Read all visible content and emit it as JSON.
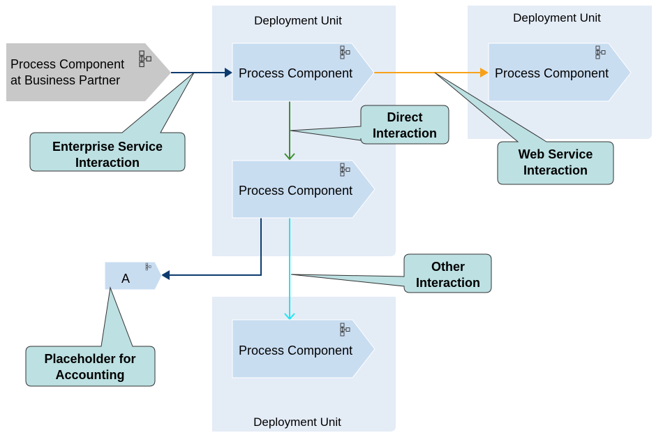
{
  "diagram": {
    "deployment_units": [
      {
        "label": "Deployment Unit"
      },
      {
        "label": "Deployment Unit"
      },
      {
        "label": "Deployment Unit"
      }
    ],
    "components": {
      "business_partner": {
        "line1": "Process Component",
        "line2": "at Business Partner",
        "icon": "hierarchy-icon"
      },
      "main": {
        "label": "Process Component",
        "icon": "hierarchy-icon"
      },
      "remote": {
        "label": "Process Component",
        "icon": "hierarchy-icon"
      },
      "direct_target": {
        "label": "Process Component",
        "icon": "hierarchy-icon"
      },
      "other_target": {
        "label": "Process Component",
        "icon": "hierarchy-icon"
      },
      "placeholder": {
        "label": "A",
        "icon": "hierarchy-icon"
      }
    },
    "callouts": {
      "enterprise_service": {
        "line1": "Enterprise Service",
        "line2": "Interaction"
      },
      "direct": {
        "line1": "Direct",
        "line2": "Interaction"
      },
      "web_service": {
        "line1": "Web Service",
        "line2": "Interaction"
      },
      "other": {
        "line1": "Other",
        "line2": "Interaction"
      },
      "placeholder": {
        "line1": "Placeholder for",
        "line2": "Accounting"
      }
    },
    "colors": {
      "deployment_unit_fill": "#e4ecf6",
      "component_fill": "#c9ddf1",
      "partner_fill": "#c8c8c8",
      "callout_fill": "#bde0e2",
      "enterprise_service_line": "#0d3b6e",
      "web_service_line": "#f7a11a",
      "direct_line": "#3f8f2f",
      "other_line": "#1ee6f0",
      "placeholder_line": "#0d3b6e"
    }
  }
}
